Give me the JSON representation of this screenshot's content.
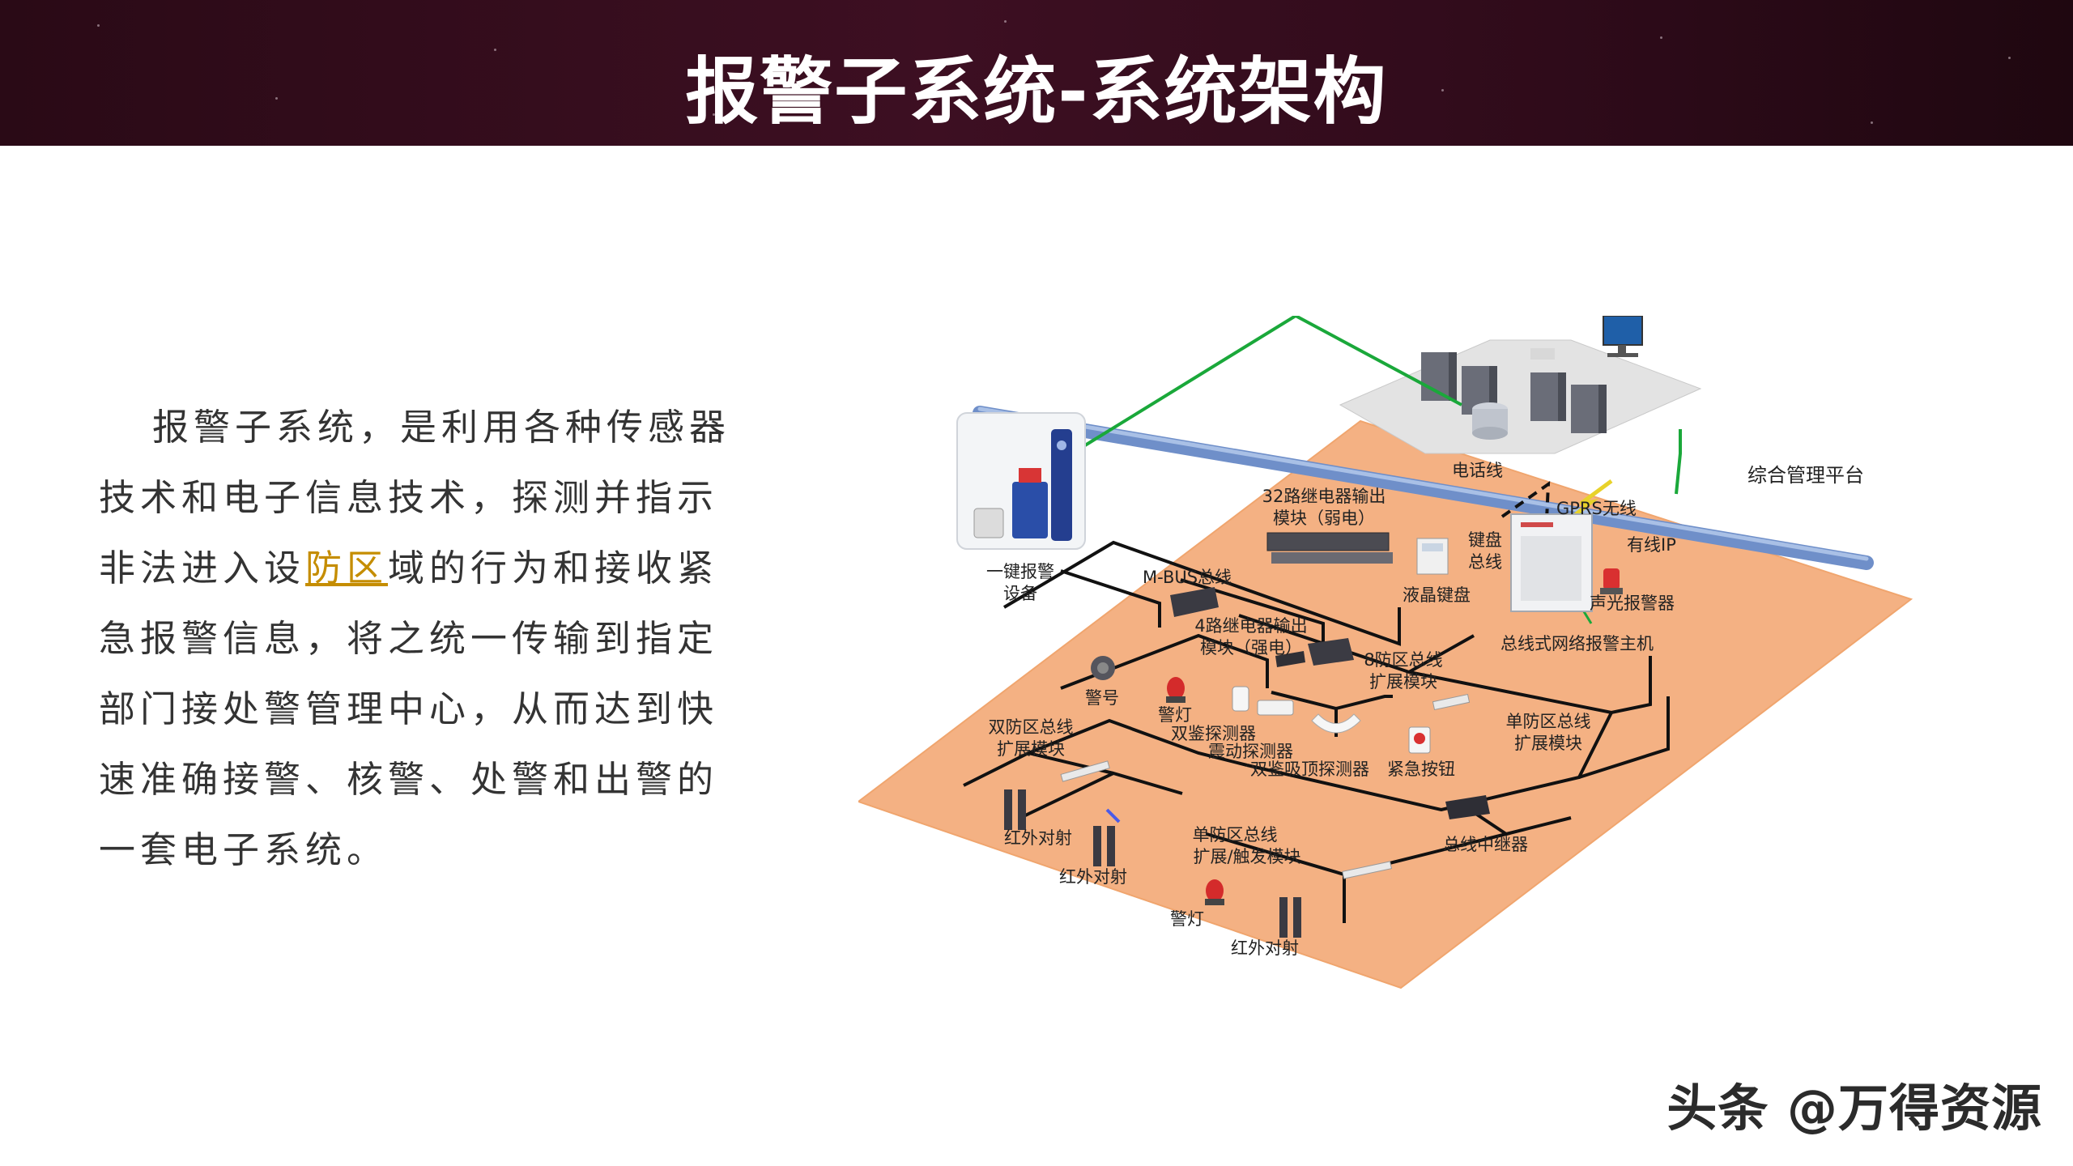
{
  "header": {
    "title": "报警子系统-系统架构"
  },
  "body_text": {
    "part1": "报警子系统，是利用各种传感器技术和电子信息技术，探测并指示非法进入设",
    "link": "防区",
    "part2": "域的行为和接收紧急报警信息，将之统一传输到指定部门接处警管理中心，从而达到快速准确接警、核警、处警和出警的一套电子系统。"
  },
  "diagram": {
    "labels": {
      "one_key_alarm": [
        "一键报警",
        "设备"
      ],
      "platform": "综合管理平台",
      "phone_line": "电话线",
      "gprs": "GPRS无线",
      "wired_ip": "有线IP",
      "relay32": [
        "32路继电器输出",
        "模块（弱电）"
      ],
      "keypad_bus": [
        "键盘",
        "总线"
      ],
      "lcd_keypad": "液晶键盘",
      "siren": "声光报警器",
      "mbus": "M-BUS总线",
      "relay4": [
        "4路继电器输出",
        "模块（强电）"
      ],
      "zone8": [
        "8防区总线",
        "扩展模块"
      ],
      "host": "总线式网络报警主机",
      "horn": "警号",
      "warn_light_1": "警灯",
      "dual_detector": "双鉴探测器",
      "vibration": "震动探测器",
      "ceiling_dual": "双鉴吸顶探测器",
      "emergency_btn": "紧急按钮",
      "dual_zone": [
        "双防区总线",
        "扩展模块"
      ],
      "single_zone_1": [
        "单防区总线",
        "扩展模块"
      ],
      "ir_1": "红外对射",
      "ir_2": "红外对射",
      "single_zone_trigger": [
        "单防区总线",
        "扩展/触发模块"
      ],
      "repeater": "总线中继器",
      "warn_light_2": "警灯",
      "ir_3": "红外对射"
    }
  },
  "watermark": "头条 @万得资源",
  "colors": {
    "banner": "#3d0f22",
    "floor": "#f4b183",
    "network_line": "#1aa83a",
    "pipe": "#6f8fc9",
    "link": "#c58d00"
  }
}
